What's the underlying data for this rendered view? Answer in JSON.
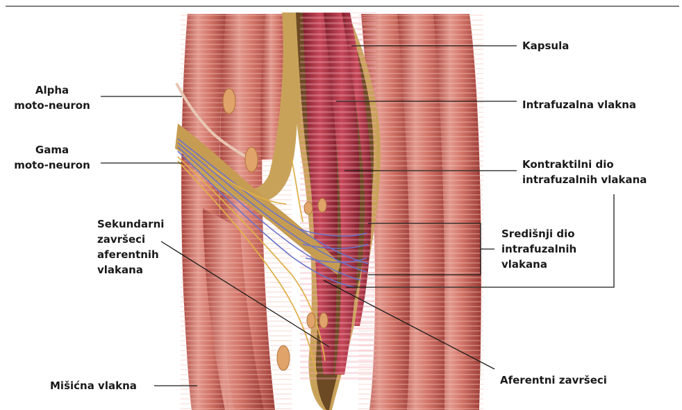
{
  "labels": {
    "alpha": [
      "Alpha",
      "moto-neuron"
    ],
    "gama": [
      "Gama",
      "moto-neuron"
    ],
    "sekundarni": [
      "Sekundarni",
      "završeci",
      "aferentnih",
      "vlakana"
    ],
    "misicna": "Mišićna vlakna",
    "kapsula": "Kapsula",
    "intrafuzalna": "Intrafuzalna vlakna",
    "kontraktilni": [
      "Kontraktilni dio",
      "intrafuzalnih vlakana"
    ],
    "sredisnji": [
      "Središnji dio",
      "intrafuzalnih",
      "vlakana"
    ],
    "aferentni": "Aferentni završeci"
  },
  "colors": {
    "muscle": "#c9655c",
    "muscle_light": "#e8a79b",
    "muscle_dark": "#9d3f3a",
    "capsule": "#c9a25a",
    "capsule_dark": "#7a5a2a",
    "intrafusal": "#b83a4a",
    "nerve_blue": "#6a72c8",
    "nerve_yellow": "#e0b04a"
  }
}
